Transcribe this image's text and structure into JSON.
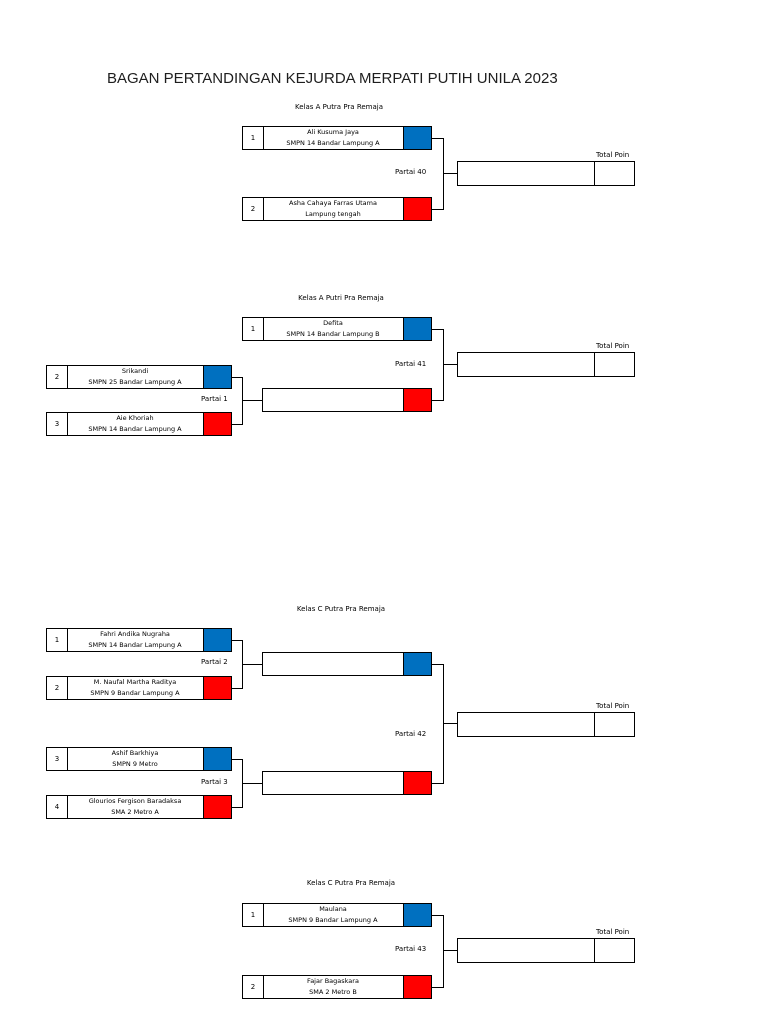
{
  "title": "BAGAN PERTANDINGAN KEJURDA MERPATI PUTIH UNILA 2023",
  "colors": {
    "corner_blue": "#0070c0",
    "corner_red": "#ff0000"
  },
  "total_label": "Total Poin",
  "brackets": [
    {
      "class_name": "Kelas A Putra Pra Remaja",
      "entries": [
        {
          "seed": "1",
          "name": "Ali Kusuma Jaya",
          "team": "SMPN 14 Bandar Lampung A",
          "corner": "blue"
        },
        {
          "seed": "2",
          "name": "Asha Cahaya Farras Utama",
          "team": "Lampung tengah",
          "corner": "red"
        }
      ],
      "final_match": "Partai 40"
    },
    {
      "class_name": "Kelas A Putri Pra Remaja",
      "entries": [
        {
          "seed": "1",
          "name": "Defita",
          "team": "SMPN 14 Bandar Lampung B",
          "corner": "blue"
        },
        {
          "seed": "2",
          "name": "Srikandi",
          "team": "SMPN 25 Bandar Lampung A",
          "corner": "blue"
        },
        {
          "seed": "3",
          "name": "Aie Khoriah",
          "team": "SMPN 14 Bandar Lampung A",
          "corner": "red"
        }
      ],
      "prelim_matches": [
        "Partai 1"
      ],
      "final_match": "Partai 41"
    },
    {
      "class_name": "Kelas C Putra Pra Remaja",
      "entries": [
        {
          "seed": "1",
          "name": "Fahri Andika Nugraha",
          "team": "SMPN 14 Bandar Lampung A",
          "corner": "blue"
        },
        {
          "seed": "2",
          "name": "M. Naufal Martha Raditya",
          "team": "SMPN 9 Bandar Lampung A",
          "corner": "red"
        },
        {
          "seed": "3",
          "name": "Ashif Barkhiya",
          "team": "SMPN 9 Metro",
          "corner": "blue"
        },
        {
          "seed": "4",
          "name": "Glourios Fergison Baradaksa",
          "team": "SMA 2 Metro A",
          "corner": "red"
        }
      ],
      "prelim_matches": [
        "Partai 2",
        "Partai 3"
      ],
      "final_match": "Partai 42"
    },
    {
      "class_name": "Kelas C Putra Pra Remaja",
      "entries": [
        {
          "seed": "1",
          "name": "Maulana",
          "team": "SMPN 9 Bandar Lampung A",
          "corner": "blue"
        },
        {
          "seed": "2",
          "name": "Fajar Bagaskara",
          "team": "SMA 2 Metro B",
          "corner": "red"
        }
      ],
      "final_match": "Partai 43"
    }
  ]
}
